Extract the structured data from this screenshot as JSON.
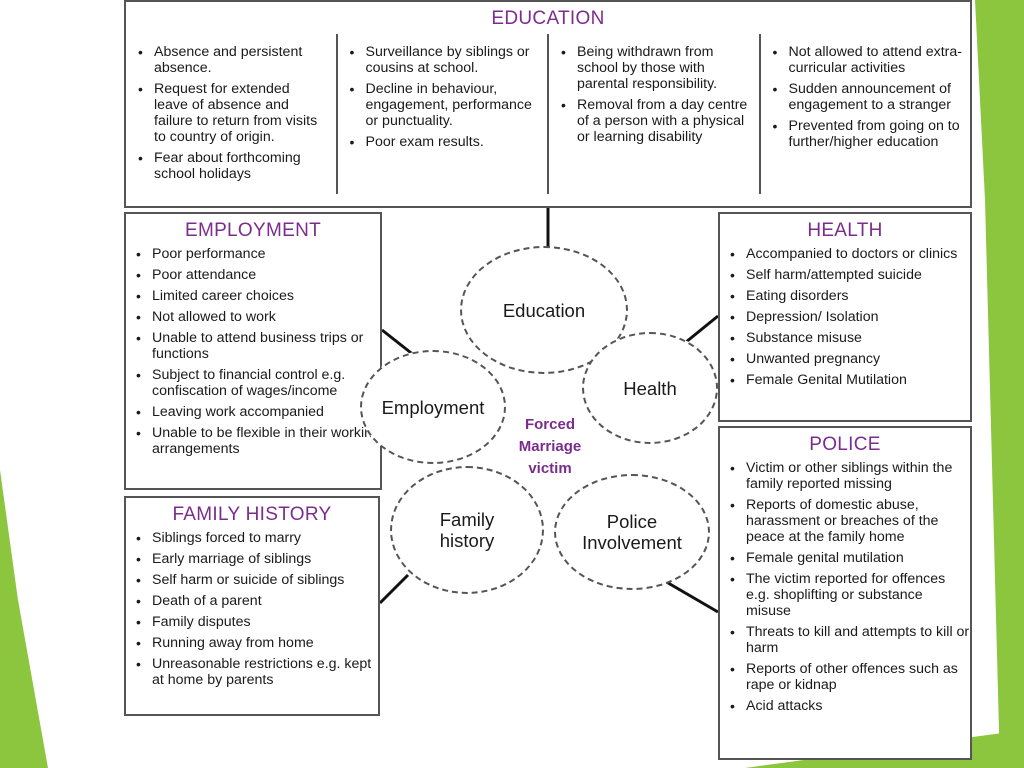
{
  "colors": {
    "accent_green": "#8cc63f",
    "title_purple": "#7b2d8e",
    "border": "#555555"
  },
  "education": {
    "title": "EDUCATION",
    "col1": [
      "Absence and persistent absence.",
      "Request for extended leave of absence and failure to return from visits to country of origin.",
      "Fear about forthcoming school holidays"
    ],
    "col2": [
      "Surveillance by siblings or cousins at school.",
      "Decline in behaviour, engagement, performance or punctuality.",
      "Poor exam results."
    ],
    "col3": [
      "Being withdrawn from school by those with parental responsibility.",
      "Removal from a day centre of a person with a physical or learning disability"
    ],
    "col4": [
      "Not allowed to attend extra-curricular activities",
      "Sudden announcement of engagement to a stranger",
      "Prevented from going on to further/higher education"
    ]
  },
  "employment": {
    "title": "EMPLOYMENT",
    "items": [
      "Poor performance",
      "Poor attendance",
      "Limited career choices",
      "Not allowed to work",
      "Unable to attend business trips or functions",
      "Subject to financial control e.g. confiscation of wages/income",
      "Leaving work accompanied",
      "Unable to be flexible in their working arrangements"
    ]
  },
  "health": {
    "title": "HEALTH",
    "items": [
      "Accompanied to doctors or clinics",
      "Self harm/attempted suicide",
      "Eating disorders",
      "Depression/ Isolation",
      "Substance misuse",
      "Unwanted pregnancy",
      "Female Genital Mutilation"
    ]
  },
  "family_history": {
    "title": "FAMILY HISTORY",
    "items": [
      "Siblings forced to marry",
      "Early marriage of siblings",
      "Self harm or suicide of siblings",
      "Death of a parent",
      "Family disputes",
      "Running away from home",
      "Unreasonable restrictions e.g. kept at home by parents"
    ]
  },
  "police": {
    "title": "POLICE",
    "items": [
      "Victim or other siblings within the family reported missing",
      "Reports of domestic abuse, harassment or breaches of the peace at the family home",
      "Female genital mutilation",
      "The victim reported for offences e.g. shoplifting or substance misuse",
      "Threats to kill and attempts to kill or harm",
      "Reports of other offences such as rape or kidnap",
      "Acid attacks"
    ]
  },
  "circles": {
    "education": "Education",
    "employment": "Employment",
    "health": "Health",
    "family_history": "Family history",
    "police": "Police Involvement"
  },
  "center": {
    "line1": "Forced",
    "line2": "Marriage",
    "line3": "victim"
  }
}
